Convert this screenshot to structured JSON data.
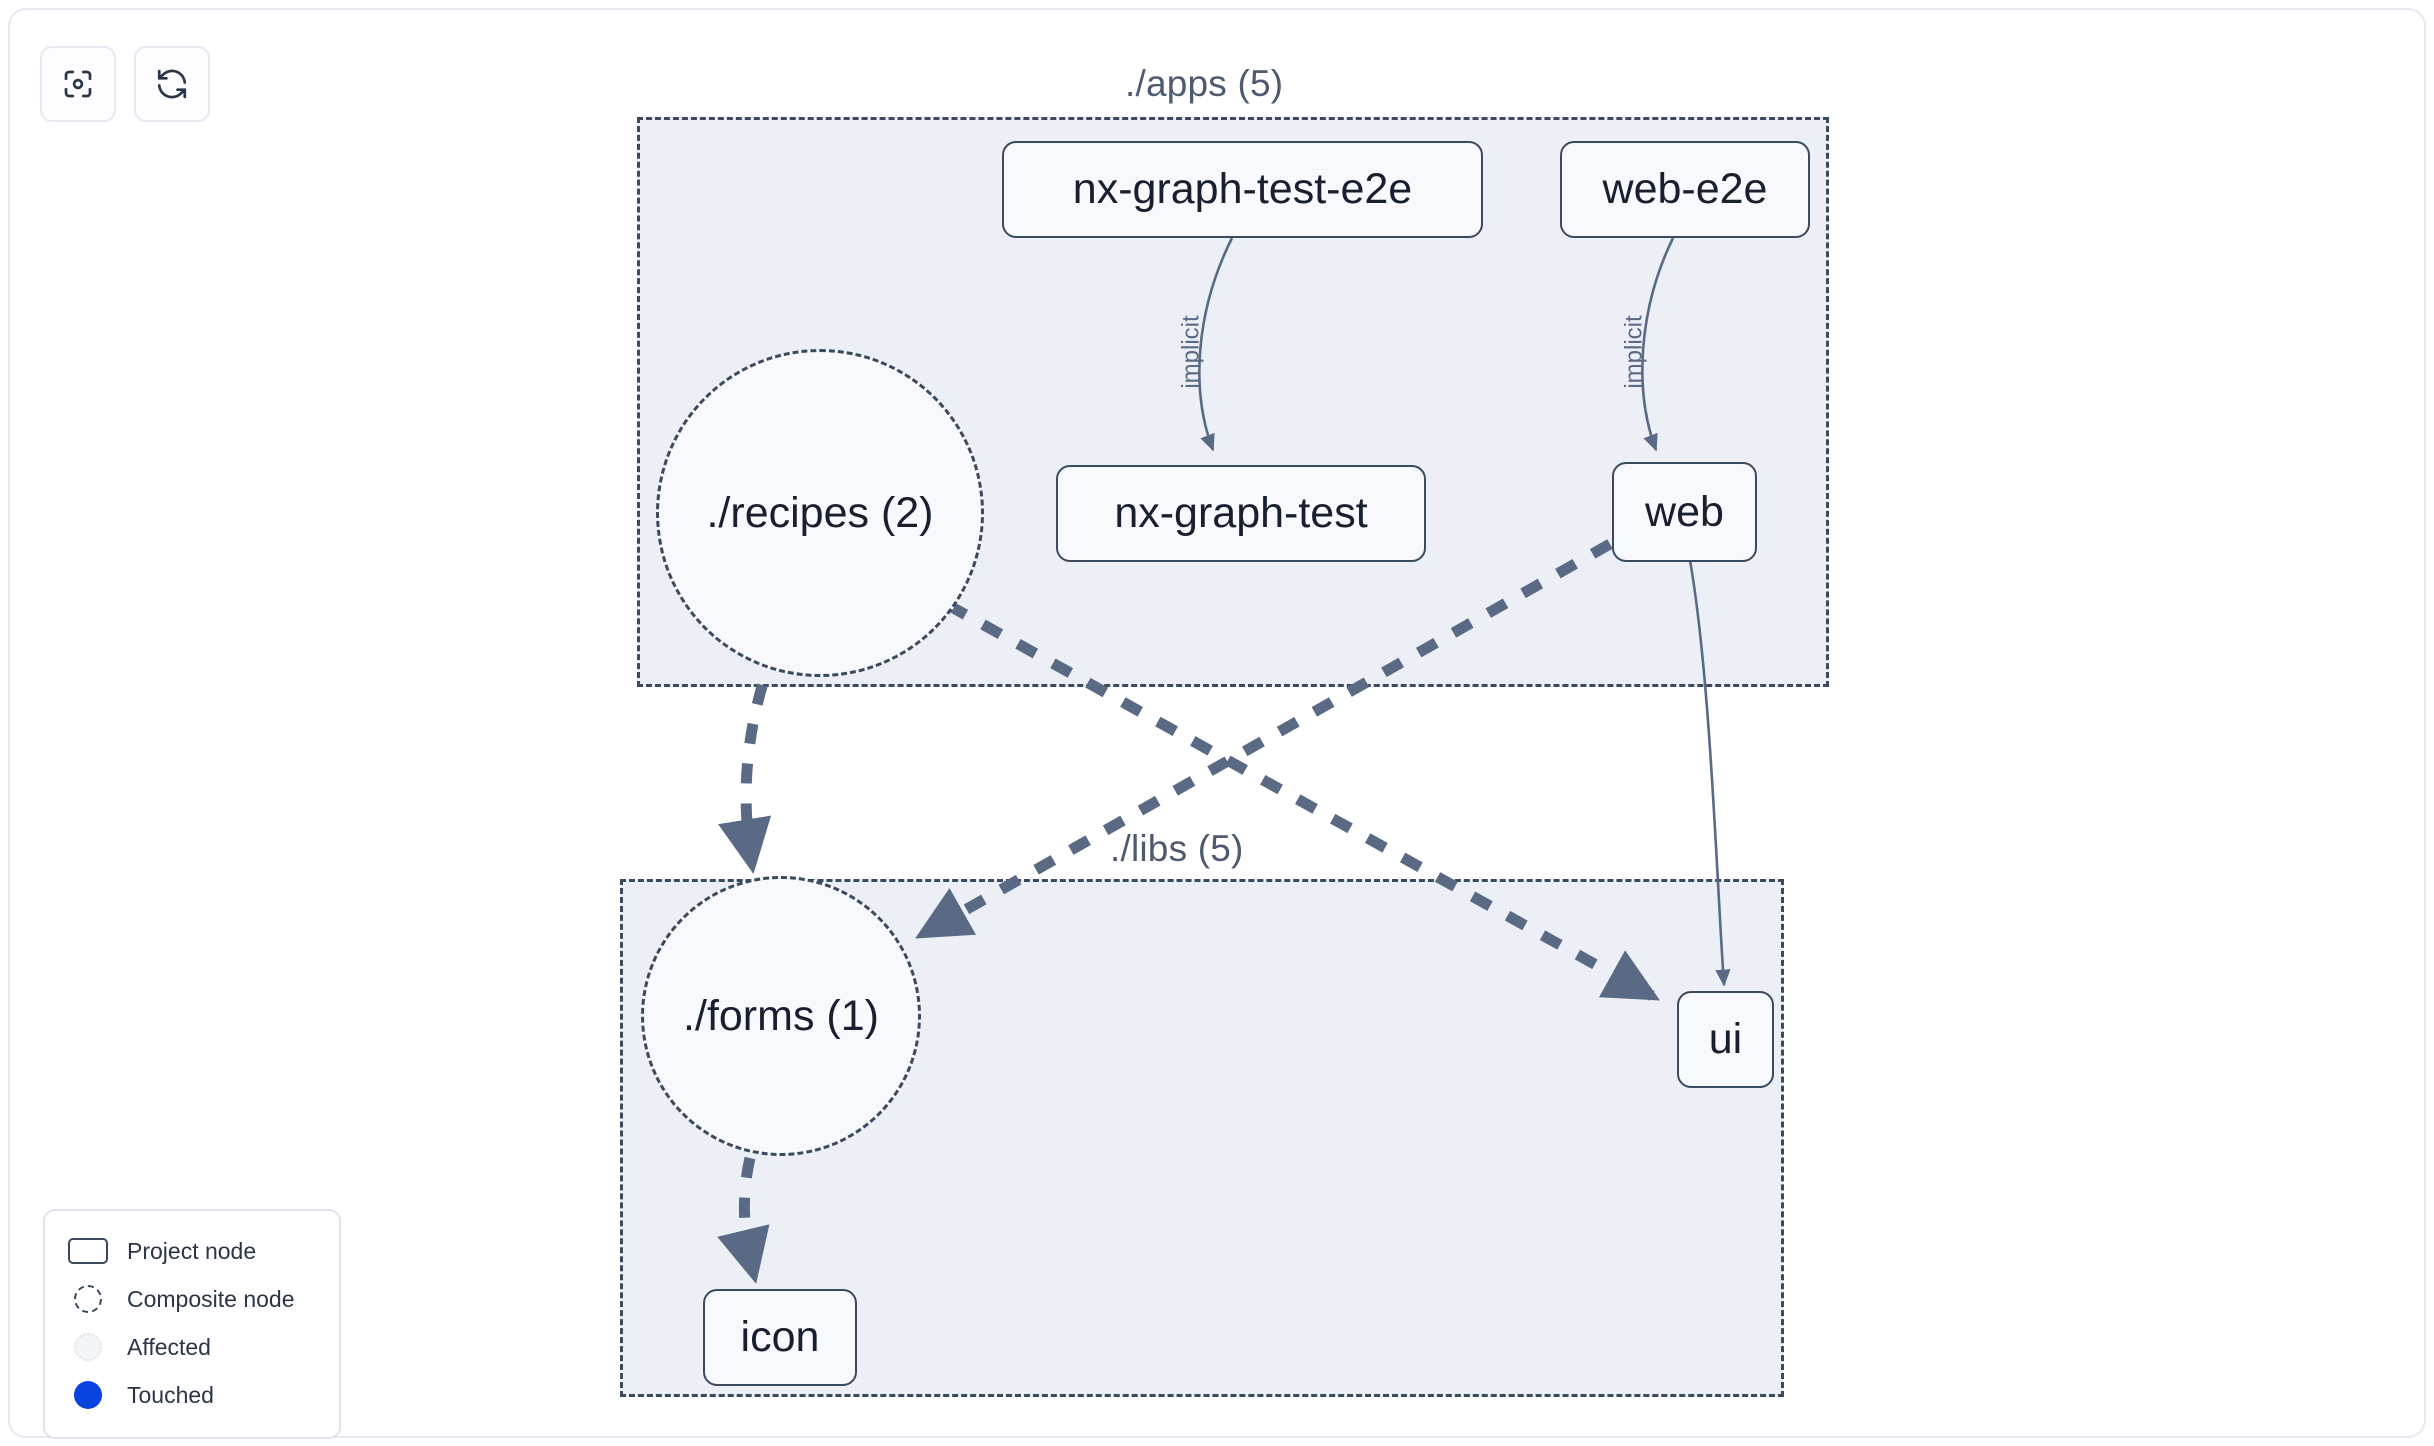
{
  "toolbar": {
    "buttons": [
      {
        "name": "focus-graph-button",
        "icon": "focus-target-icon",
        "title": "Focus graph"
      },
      {
        "name": "refresh-graph-button",
        "icon": "refresh-icon",
        "title": "Refresh graph"
      }
    ]
  },
  "graph": {
    "groups": [
      {
        "id": "apps",
        "label": "./apps (5)"
      },
      {
        "id": "libs",
        "label": "./libs (5)"
      }
    ],
    "nodes": [
      {
        "id": "nx-graph-test-e2e",
        "label": "nx-graph-test-e2e",
        "type": "project",
        "group": "apps"
      },
      {
        "id": "web-e2e",
        "label": "web-e2e",
        "type": "project",
        "group": "apps"
      },
      {
        "id": "recipes",
        "label": "./recipes (2)",
        "type": "composite",
        "group": "apps"
      },
      {
        "id": "nx-graph-test",
        "label": "nx-graph-test",
        "type": "project",
        "group": "apps"
      },
      {
        "id": "web",
        "label": "web",
        "type": "project",
        "group": "apps"
      },
      {
        "id": "forms",
        "label": "./forms (1)",
        "type": "composite",
        "group": "libs"
      },
      {
        "id": "ui",
        "label": "ui",
        "type": "project",
        "group": "libs"
      },
      {
        "id": "icon",
        "label": "icon",
        "type": "project",
        "group": "libs"
      }
    ],
    "edges": [
      {
        "from": "nx-graph-test-e2e",
        "to": "nx-graph-test",
        "label": "implicit",
        "style": "solid"
      },
      {
        "from": "web-e2e",
        "to": "web",
        "label": "implicit",
        "style": "solid"
      },
      {
        "from": "recipes",
        "to": "forms",
        "label": "",
        "style": "dashed"
      },
      {
        "from": "recipes",
        "to": "ui",
        "label": "",
        "style": "dashed"
      },
      {
        "from": "web",
        "to": "forms",
        "label": "",
        "style": "dashed"
      },
      {
        "from": "web",
        "to": "ui",
        "label": "",
        "style": "solid"
      },
      {
        "from": "forms",
        "to": "icon",
        "label": "",
        "style": "dashed"
      }
    ]
  },
  "legend": {
    "items": [
      {
        "swatch": "project-node-swatch",
        "label": "Project node"
      },
      {
        "swatch": "composite-node-swatch",
        "label": "Composite node"
      },
      {
        "swatch": "affected-swatch",
        "label": "Affected"
      },
      {
        "swatch": "touched-swatch",
        "label": "Touched"
      }
    ]
  },
  "colors": {
    "group_fill": "#ecf0f6",
    "group_border": "#3c4a5e",
    "node_fill": "#f7f9fc",
    "node_border": "#3c4a5e",
    "node_text": "#18202f",
    "edge": "#5a6a85",
    "touched": "#0a44e0",
    "panel_border": "#e7e9f2"
  }
}
